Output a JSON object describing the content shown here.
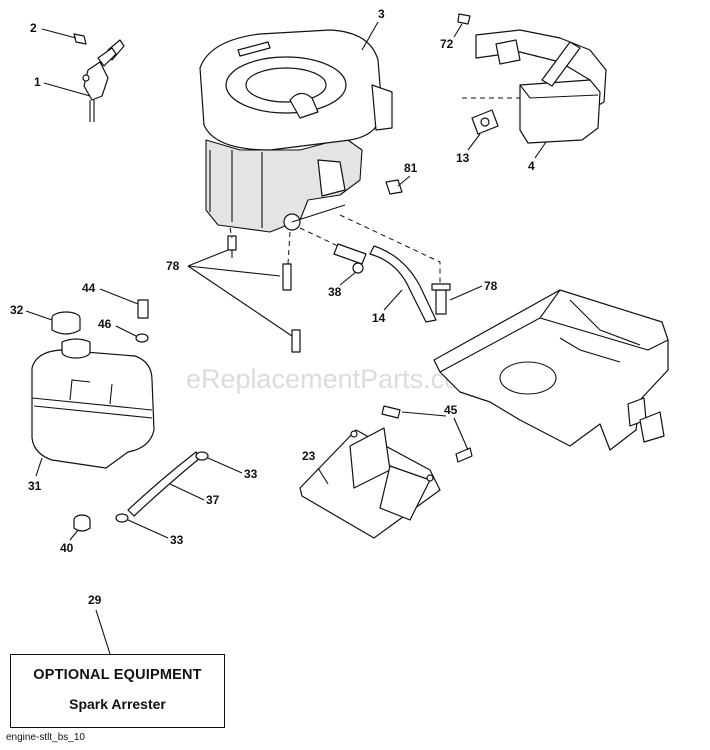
{
  "callouts": {
    "c1": "1",
    "c2": "2",
    "c3": "3",
    "c4": "4",
    "c13": "13",
    "c72": "72",
    "c81": "81",
    "c78a": "78",
    "c78b": "78",
    "c38": "38",
    "c14": "14",
    "c32": "32",
    "c44": "44",
    "c46": "46",
    "c31": "31",
    "c40": "40",
    "c33a": "33",
    "c37": "37",
    "c33b": "33",
    "c23": "23",
    "c45": "45",
    "c29": "29"
  },
  "watermark": "eReplacementParts.com",
  "optional_box": {
    "title": "OPTIONAL EQUIPMENT",
    "subtitle": "Spark Arrester"
  },
  "footer_code": "engine-stlt_bs_10"
}
